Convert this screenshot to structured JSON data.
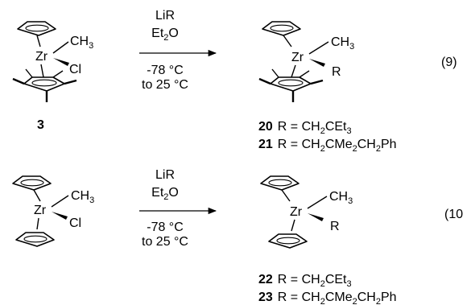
{
  "reactions": [
    {
      "eq_number": "(9)",
      "reagent": {
        "main": "LiR",
        "solvent_pre": "Et",
        "solvent_sub": "2",
        "solvent_post": "O"
      },
      "conditions": [
        "-78 °C",
        "to 25 °C"
      ],
      "reactant": {
        "metal": "Zr",
        "methyl": "CH",
        "methyl_sub": "3",
        "chloride": "Cl",
        "label": "3"
      },
      "product": {
        "metal": "Zr",
        "methyl": "CH",
        "methyl_sub": "3",
        "alkyl": "R"
      },
      "products": [
        {
          "label": "20",
          "r_pre": "R = CH",
          "r_sub": "2",
          "r_post": "CEt",
          "r_sub2": "3",
          "r_tail": ""
        },
        {
          "label": "21",
          "r_pre": "R = CH",
          "r_sub": "2",
          "r_post": "CMe",
          "r_sub2": "2",
          "r_tail": "CH",
          "r_sub3": "2",
          "r_end": "Ph"
        }
      ]
    },
    {
      "eq_number": "(10",
      "reagent": {
        "main": "LiR",
        "solvent_pre": "Et",
        "solvent_sub": "2",
        "solvent_post": "O"
      },
      "conditions": [
        "-78 °C",
        "to 25 °C"
      ],
      "reactant": {
        "metal": "Zr",
        "methyl": "CH",
        "methyl_sub": "3",
        "chloride": "Cl"
      },
      "product": {
        "metal": "Zr",
        "methyl": "CH",
        "methyl_sub": "3",
        "alkyl": "R"
      },
      "products": [
        {
          "label": "22",
          "r_pre": "R = CH",
          "r_sub": "2",
          "r_post": "CEt",
          "r_sub2": "3",
          "r_tail": ""
        },
        {
          "label": "23",
          "r_pre": "R = CH",
          "r_sub": "2",
          "r_post": "CMe",
          "r_sub2": "2",
          "r_tail": "CH",
          "r_sub3": "2",
          "r_end": "Ph"
        }
      ]
    }
  ]
}
